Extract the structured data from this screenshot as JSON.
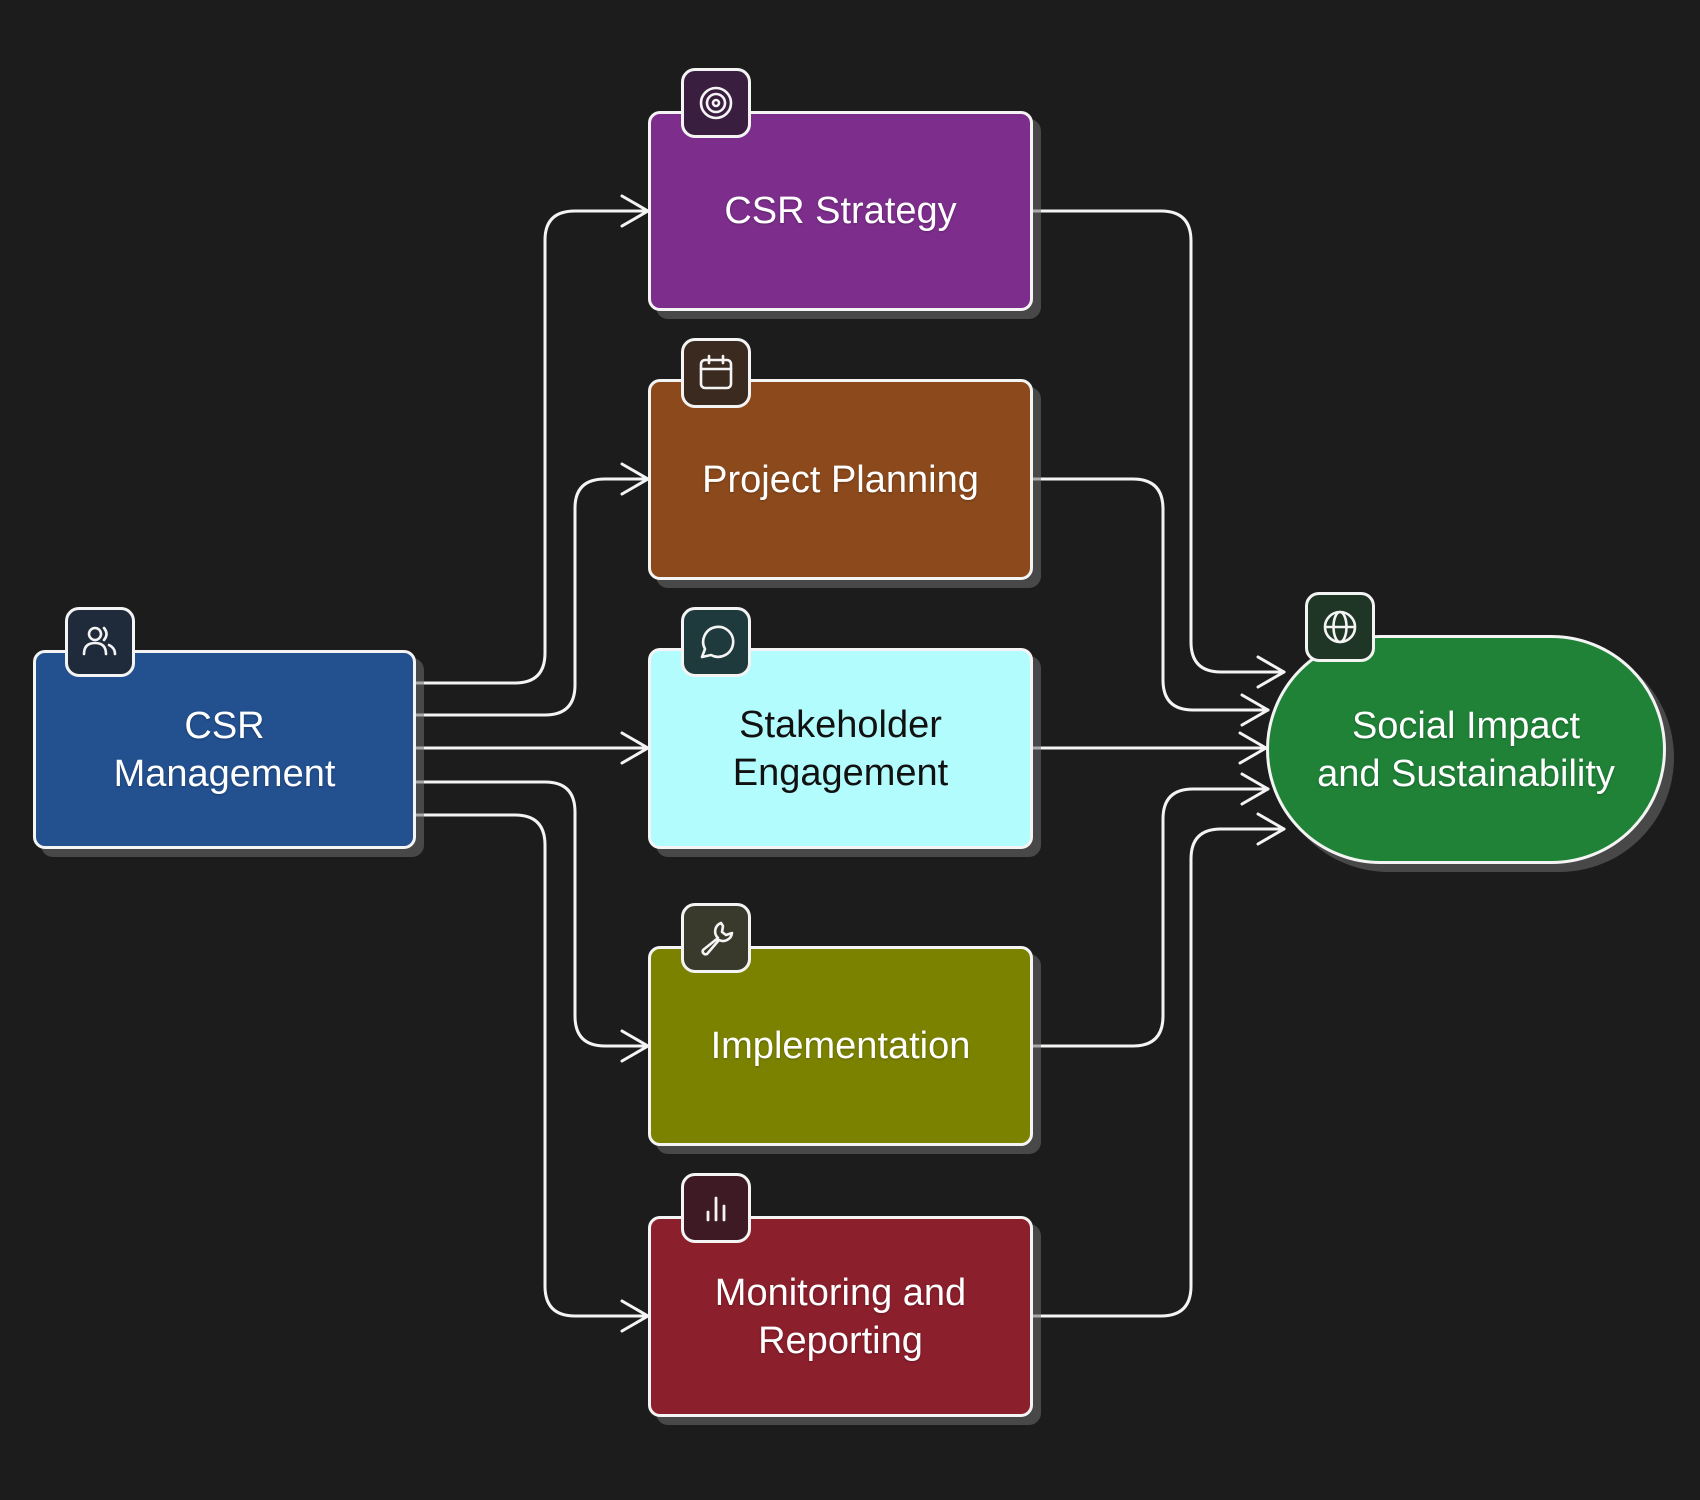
{
  "diagram": {
    "title": "CSR Management",
    "background": "#1c1c1c",
    "nodes": {
      "csr_management": {
        "label": "CSR\nManagement",
        "color": "#23508f",
        "icon": "users-icon",
        "badge_color": "#1f2a3a"
      },
      "csr_strategy": {
        "label": "CSR Strategy",
        "color": "#7d2e8c",
        "icon": "target-icon",
        "badge_color": "#3a1e3f"
      },
      "project_planning": {
        "label": "Project Planning",
        "color": "#8c4a1c",
        "icon": "calendar-icon",
        "badge_color": "#3a2a20"
      },
      "stakeholder_engagement": {
        "label": "Stakeholder\nEngagement",
        "color": "#b3fcfd",
        "icon": "chat-bubble-icon",
        "badge_color": "#1f3a3c"
      },
      "implementation": {
        "label": "Implementation",
        "color": "#7b8200",
        "icon": "wrench-icon",
        "badge_color": "#3a3a2c"
      },
      "monitoring_reporting": {
        "label": "Monitoring and\nReporting",
        "color": "#8c1f2c",
        "icon": "bar-chart-icon",
        "badge_color": "#3d1a24"
      },
      "social_impact": {
        "label": "Social Impact\nand Sustainability",
        "color": "#1f8237",
        "icon": "globe-icon",
        "badge_color": "#1f3626"
      }
    },
    "edges": [
      {
        "from": "CSR Management",
        "to": "CSR Strategy"
      },
      {
        "from": "CSR Management",
        "to": "Project Planning"
      },
      {
        "from": "CSR Management",
        "to": "Stakeholder Engagement"
      },
      {
        "from": "CSR Management",
        "to": "Implementation"
      },
      {
        "from": "CSR Management",
        "to": "Monitoring and Reporting"
      },
      {
        "from": "CSR Strategy",
        "to": "Social Impact and Sustainability"
      },
      {
        "from": "Project Planning",
        "to": "Social Impact and Sustainability"
      },
      {
        "from": "Stakeholder Engagement",
        "to": "Social Impact and Sustainability"
      },
      {
        "from": "Implementation",
        "to": "Social Impact and Sustainability"
      },
      {
        "from": "Monitoring and Reporting",
        "to": "Social Impact and Sustainability"
      }
    ],
    "edge_color": "#f4f4f4"
  }
}
